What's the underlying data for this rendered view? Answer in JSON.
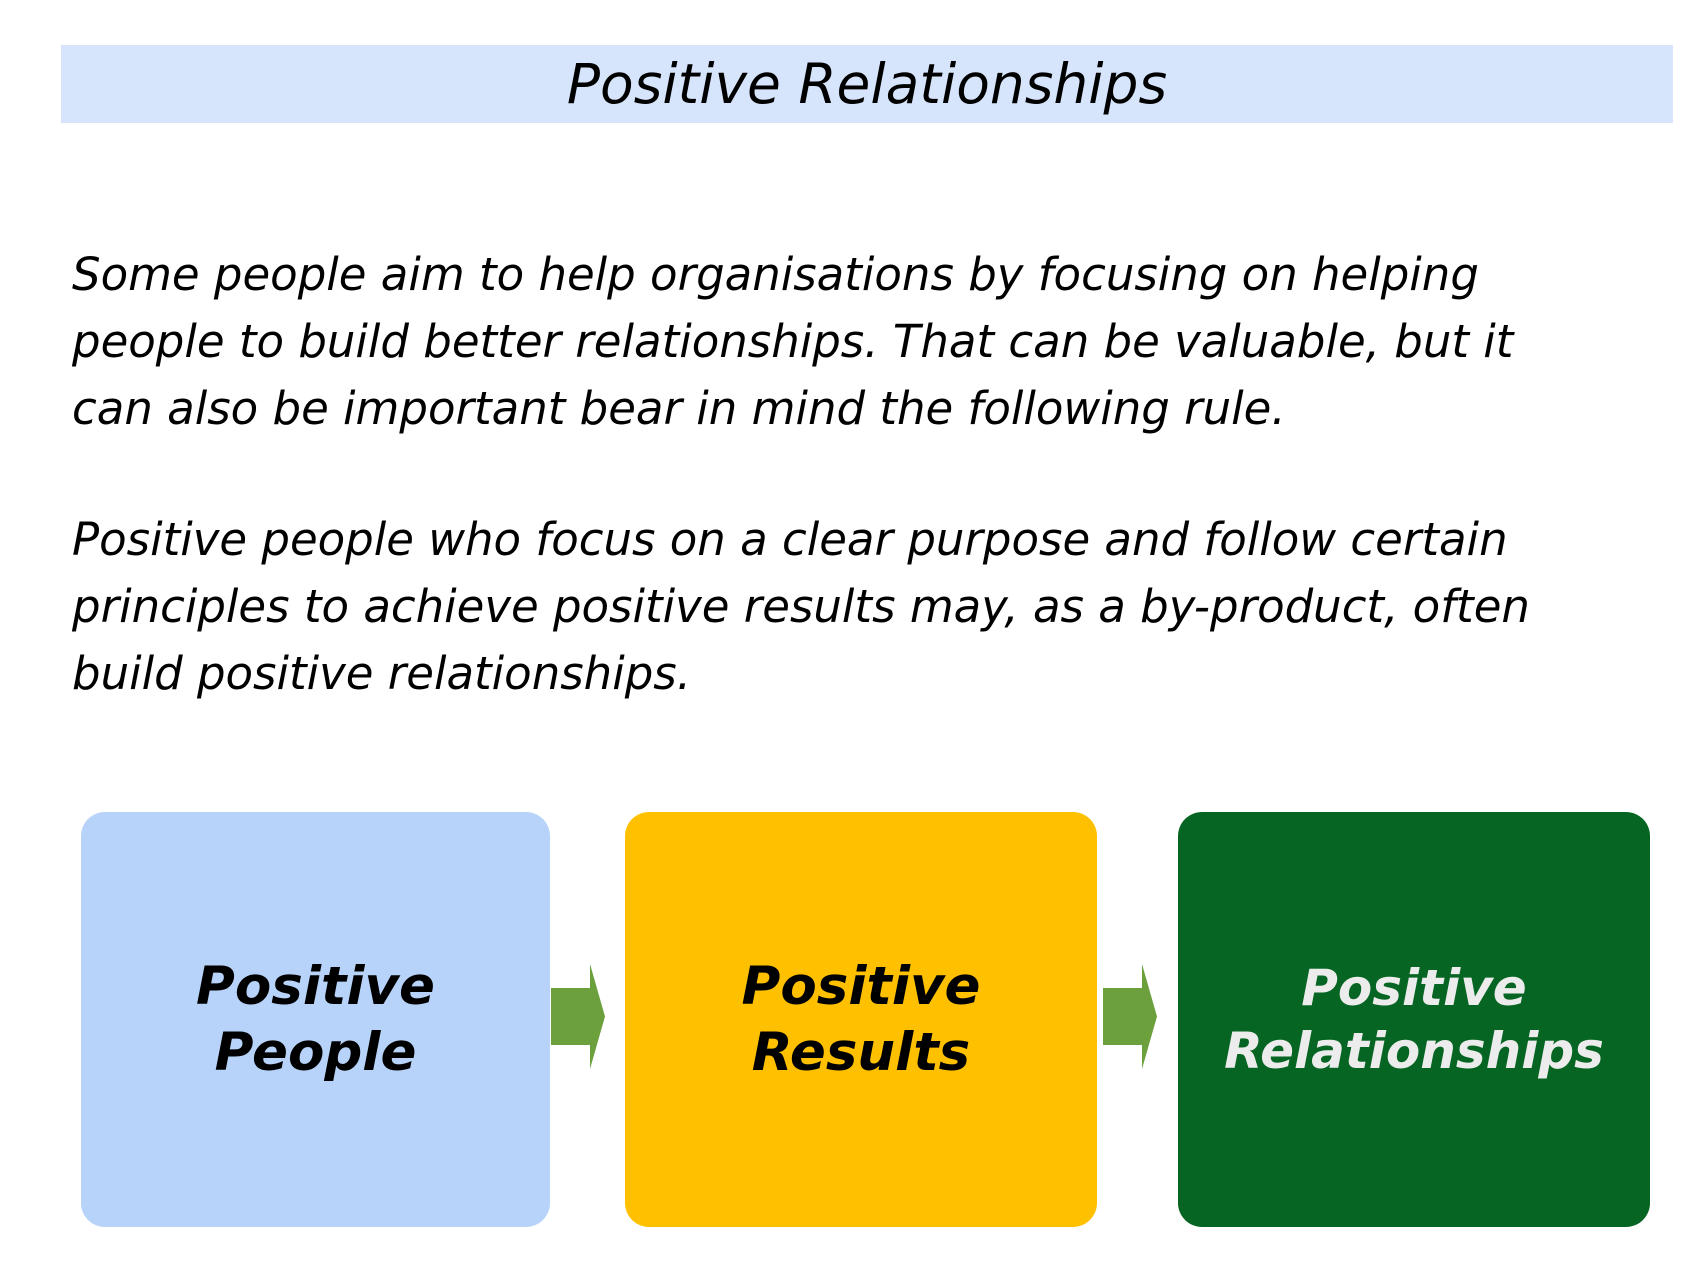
{
  "page": {
    "title": "Positive Relationships"
  },
  "paragraphs": [
    {
      "lines": [
        "Some people aim to help organisations by focusing on helping",
        "people to build better relationships. That can be valuable, but it",
        "can also be important bear in mind the following rule."
      ]
    },
    {
      "lines": [
        "Positive people who focus on a clear purpose and follow certain",
        "principles to achieve positive results may, as a by-product, often",
        "build positive relationships."
      ]
    }
  ],
  "flow": {
    "arrow_color": "#6BA03C",
    "boxes": [
      {
        "lines": [
          "Positive",
          "People"
        ],
        "bg": "#B7D3F9",
        "text": "#000000"
      },
      {
        "lines": [
          "Positive",
          "Results"
        ],
        "bg": "#FFC000",
        "text": "#000000"
      },
      {
        "lines": [
          "Positive",
          "Relationships"
        ],
        "bg": "#066522",
        "text": "#ECECEC"
      }
    ]
  },
  "colors": {
    "banner_bg": "#D6E5FB",
    "page_bg": "#FFFFFF",
    "arrow": "#6BA03C",
    "body_text": "#000000"
  }
}
